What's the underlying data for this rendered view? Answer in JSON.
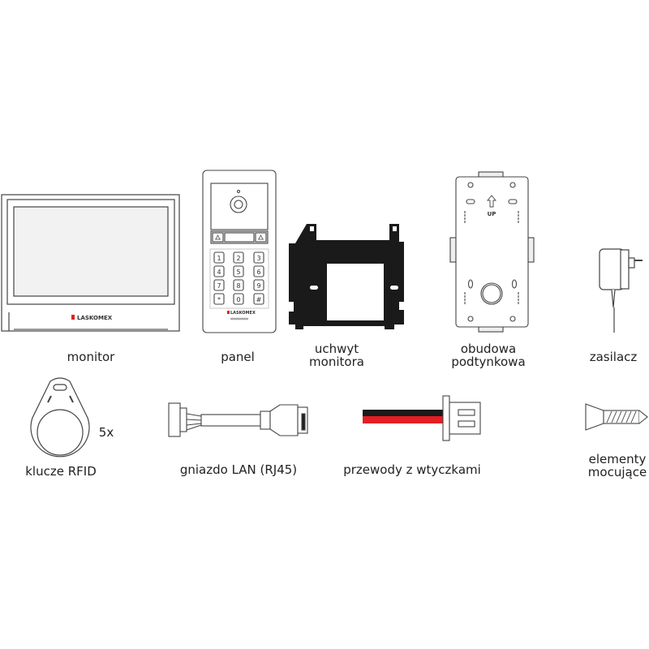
{
  "items": {
    "monitor": {
      "label": "monitor",
      "logo": "LASKOMEX"
    },
    "panel": {
      "label": "panel",
      "logo": "LASKOMEX",
      "keys": [
        "1",
        "2",
        "3",
        "4",
        "5",
        "6",
        "7",
        "8",
        "9",
        "*",
        "0",
        "#"
      ]
    },
    "bracket": {
      "label_line1": "uchwyt",
      "label_line2": "monitora"
    },
    "box": {
      "label_line1": "obudowa",
      "label_line2": "podtynkowa",
      "marking": "UP"
    },
    "power_supply": {
      "label": "zasilacz"
    },
    "rfid": {
      "label": "klucze RFID",
      "quantity": "5x"
    },
    "lan": {
      "label": "gniazdo LAN (RJ45)"
    },
    "wires": {
      "label": "przewody z wtyczkami"
    },
    "mounting": {
      "label_line1": "elementy",
      "label_line2": "mocujące"
    }
  },
  "colors": {
    "line": "#333333",
    "black_wire": "#1a1a1a",
    "red_wire": "#e31e24",
    "logo_red": "#e31e24",
    "screen": "#f2f2f2"
  }
}
